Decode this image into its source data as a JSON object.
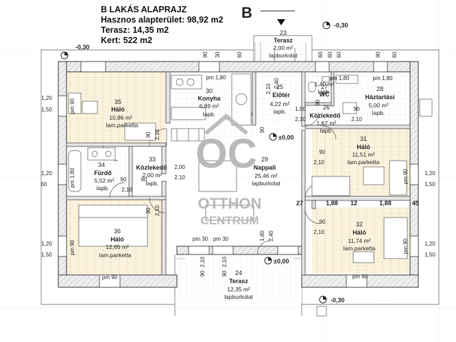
{
  "header": {
    "title": "B LAKÁS ALAPRAJZ",
    "area_line": "Hasznos alapterület: 98,92 m2",
    "terrace_line": "Terasz:  14,35 m2",
    "garden_line": "Kert: 522 m2"
  },
  "marker": {
    "letter": "B"
  },
  "watermark": {
    "logo": "OC",
    "line1": "OTTHON",
    "line2": "CENTRUM"
  },
  "rooms": {
    "r23": {
      "num": "23",
      "name": "Terasz",
      "area": "2,00 m²",
      "floor": "lapburkolat"
    },
    "r35": {
      "num": "35",
      "name": "Háló",
      "area": "10,86 m²",
      "floor": "lam.parketta"
    },
    "r30": {
      "num": "30",
      "name": "Konyha",
      "area": "6,89 m²",
      "floor": "lapb."
    },
    "r25": {
      "num": "25",
      "name": "Előtér",
      "area": "4,22 m²",
      "floor": "lapb."
    },
    "r27": {
      "num": "27",
      "name": "WC",
      "area": "1,40 m²",
      "floor": "lapb."
    },
    "r26": {
      "num": "26",
      "name": "Közlekedő",
      "area": "1,67 m²",
      "floor": "lapb."
    },
    "r28": {
      "num": "28",
      "name": "Háztartási",
      "area": "5,00 m²",
      "floor": "lapb."
    },
    "r34": {
      "num": "34",
      "name": "Fürdő",
      "area": "5,52 m²",
      "floor": "lapb."
    },
    "r33": {
      "num": "33",
      "name": "Közlekedő",
      "area": "2,00 m²",
      "floor": "lapb."
    },
    "r29": {
      "num": "29",
      "name": "Nappali",
      "area": "25,46 m²",
      "floor": "lapburkolat"
    },
    "r31": {
      "num": "31",
      "name": "Háló",
      "area": "11,51 m²",
      "floor": "lam.parketta"
    },
    "r36": {
      "num": "36",
      "name": "Háló",
      "area": "12,65 m²",
      "floor": "lam.parketta"
    },
    "r32": {
      "num": "32",
      "name": "Háló",
      "area": "11,74 m²",
      "floor": "lam.parketta"
    },
    "r24": {
      "num": "24",
      "name": "Terasz",
      "area": "12,35 m²",
      "floor": "lapburkolat"
    }
  },
  "levels": {
    "top_right": "-0,30",
    "top_left": "-0,30",
    "bottom_right": "-0,30",
    "zero_center": "±0,00",
    "zero_bottom": "±0,00"
  },
  "dims": {
    "d90": "90",
    "d60": "60",
    "d30": "30",
    "d120": "1,20",
    "d150": "1,50",
    "d210": "2,10",
    "d200": "2,00",
    "d180": "1,80",
    "d240": "2,40",
    "d100": "1,00",
    "d188": "1,88",
    "d12": "12",
    "d27": "27",
    "d45": "45",
    "pm90": "pm 90",
    "pm180": "pm 1,80",
    "pm30": "pm 30"
  }
}
